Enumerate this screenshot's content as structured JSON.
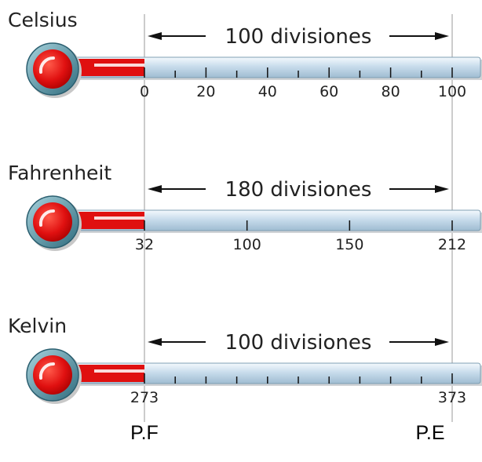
{
  "reference_points": {
    "freezing_label": "P.F",
    "boiling_label": "P.E"
  },
  "scales": [
    {
      "name": "Celsius",
      "span_label": "100 divisiones",
      "major_ticks": [
        "0",
        "20",
        "40",
        "60",
        "80",
        "100"
      ],
      "minor_between": 1
    },
    {
      "name": "Fahrenheit",
      "span_label": "180 divisiones",
      "major_ticks": [
        "32",
        "100",
        "150",
        "212"
      ],
      "minor_between": 0
    },
    {
      "name": "Kelvin",
      "span_label": "100 divisiones",
      "major_ticks": [
        "273",
        "373"
      ],
      "minor_between": 9
    }
  ],
  "colors": {
    "mercury": "#e01010",
    "bulb_ring": "#3a7f93",
    "tube": "#c6dcec",
    "arrow": "#111111"
  }
}
